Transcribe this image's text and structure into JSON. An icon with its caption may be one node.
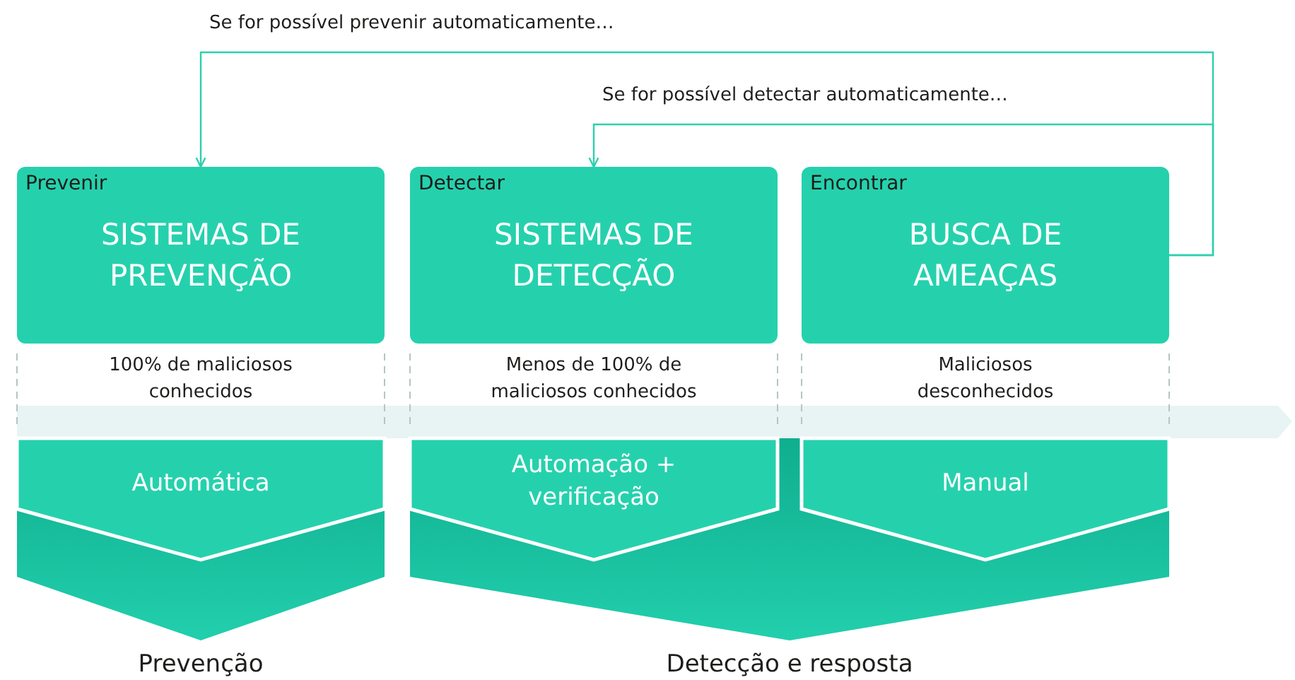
{
  "diagram": {
    "nodes": [
      {
        "text": [
          "Prevenir",
          "SISTEMAS DE PREVENÇÃO"
        ],
        "beside": [
          "100% de maliciosos conhecidos"
        ]
      },
      {
        "text": [
          "Detectar",
          "SISTEMAS DE DETECÇÃO"
        ],
        "beside": [
          "Menos de 100% de maliciosos conhecidos"
        ]
      },
      {
        "text": [
          "Encontrar",
          "BUSCA DE AMEAÇAS"
        ],
        "beside": [
          "Maliciosos desconhecidos"
        ]
      },
      {
        "text": [
          "Automática"
        ],
        "in": 6
      },
      {
        "text": [
          "Automação + verificação"
        ],
        "in": 7
      },
      {
        "text": [
          "Manual"
        ],
        "in": 7
      },
      {
        "text": [
          "Prevenção"
        ]
      },
      {
        "text": [
          "Detecção e resposta"
        ]
      }
    ],
    "edges": [
      {
        "from": 2,
        "to": 0,
        "arrow": "to",
        "label": "Se for possível prevenir automaticamente…"
      },
      {
        "from": 2,
        "to": 1,
        "arrow": "to",
        "label": "Se for possível detectar automaticamente…"
      }
    ]
  }
}
